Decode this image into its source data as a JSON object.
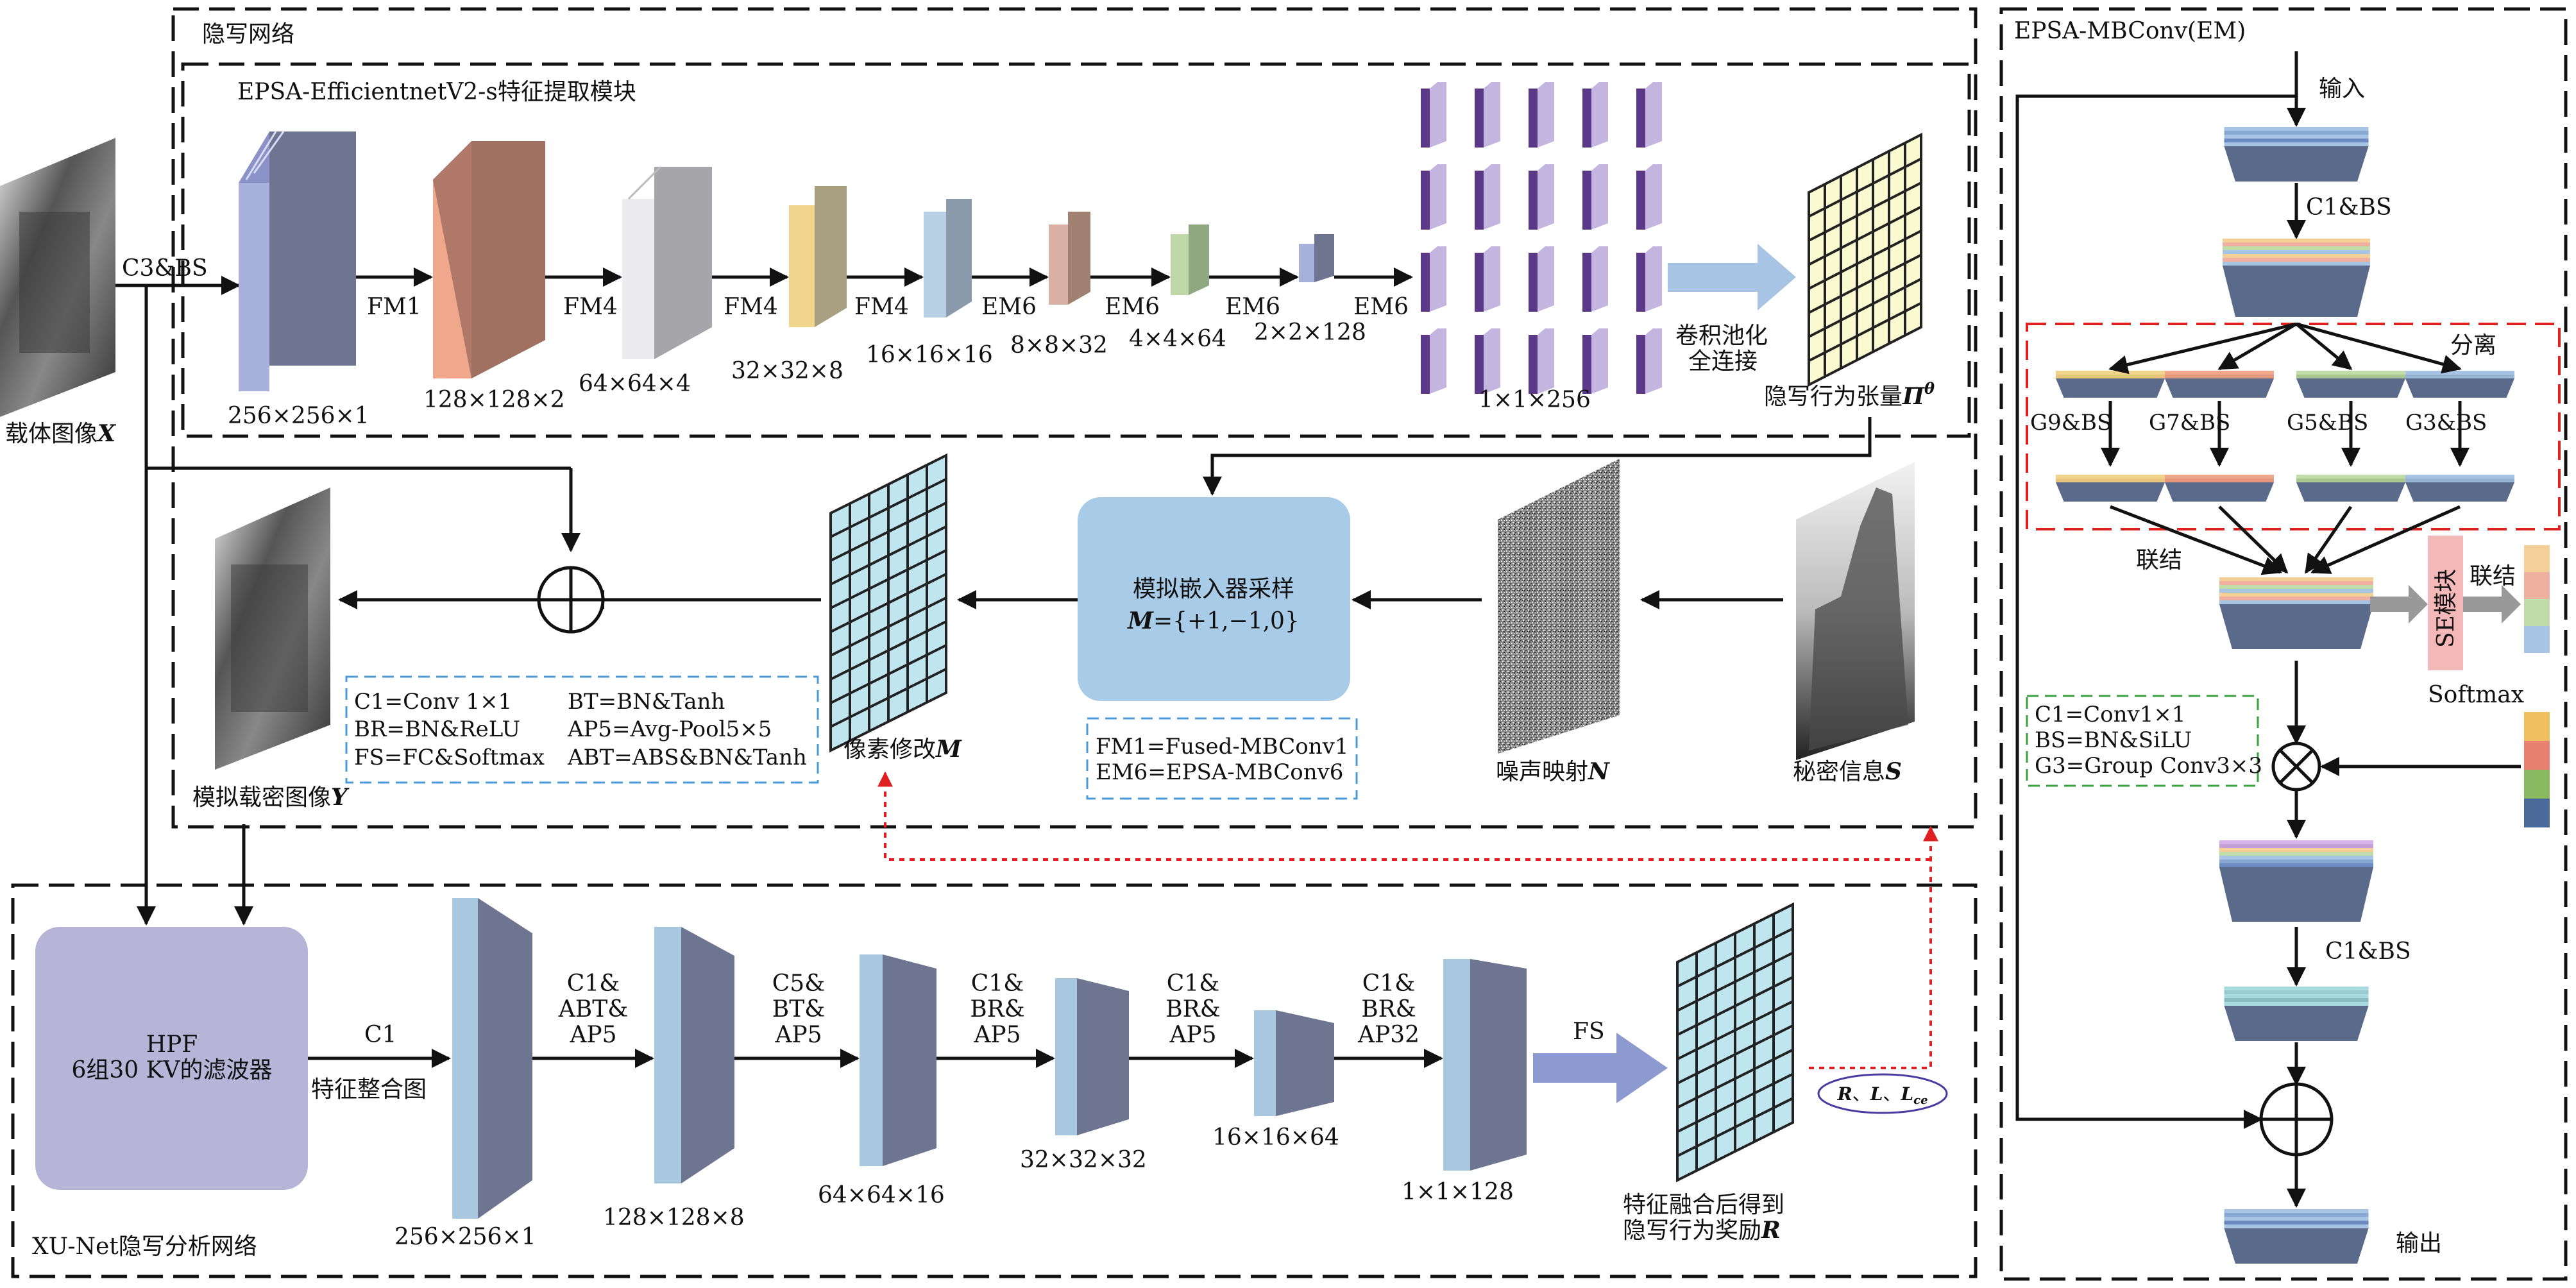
{
  "groups": {
    "steg_network": "隐写网络",
    "extractor": "EPSA-EfficientnetV2-s特征提取模块",
    "xunet": "XU-Net隐写分析网络",
    "em": "EPSA-MBConv(EM)"
  },
  "extractor": {
    "c3bs": "C3&BS",
    "carrier_label": "载体图像",
    "carrier_sym": "X",
    "ops": [
      "FM1",
      "FM4",
      "FM4",
      "FM4",
      "EM6",
      "EM6",
      "EM6",
      "EM6"
    ],
    "dims": [
      "256×256×1",
      "128×128×2",
      "64×64×4",
      "32×32×8",
      "16×16×16",
      "8×8×32",
      "4×4×64",
      "2×2×128"
    ],
    "final_dim": "1×1×256",
    "conv_pool_1": "卷积池化",
    "conv_pool_2": "全连接",
    "tensor_label": "隐写行为张量",
    "tensor_sym": "Π",
    "tensor_sup": "θ"
  },
  "embed": {
    "stego_label": "模拟载密图像",
    "stego_sym": "Y",
    "pixel_label": "像素修改",
    "pixel_sym": "M",
    "sampler_title": "模拟嵌入器采样",
    "sampler_eq_sym": "M",
    "sampler_eq": "={+1,−1,0}",
    "noise_label": "噪声映射",
    "noise_sym": "N",
    "secret_label": "秘密信息",
    "secret_sym": "S",
    "legend1": [
      "C1=Conv 1×1",
      "BR=BN&ReLU",
      "FS=FC&Softmax"
    ],
    "legend2": [
      "BT=BN&Tanh",
      "AP5=Avg-Pool5×5",
      "ABT=ABS&BN&Tanh"
    ],
    "legend3": [
      "FM1=Fused-MBConv1",
      "EM6=EPSA-MBConv6"
    ]
  },
  "xunet": {
    "hpf_1": "HPF",
    "hpf_2": "6组30 KV的滤波器",
    "c1": "C1",
    "feat_map": "特征整合图",
    "ops": [
      [
        "C1&",
        "ABT&",
        "AP5"
      ],
      [
        "C5&",
        "BT&",
        "AP5"
      ],
      [
        "C1&",
        "BR&",
        "AP5"
      ],
      [
        "C1&",
        "BR&",
        "AP5"
      ],
      [
        "C1&",
        "BR&",
        "AP32"
      ]
    ],
    "dims": [
      "256×256×1",
      "128×128×8",
      "64×64×16",
      "32×32×32",
      "16×16×64",
      "1×1×128"
    ],
    "fs": "FS",
    "reward_1": "特征融合后得到",
    "reward_2": "隐写行为奖励",
    "reward_sym": "R",
    "oval_R": "R",
    "oval_L": "L",
    "oval_Lce": "L",
    "oval_sub": "ce",
    "oval_sep": "、"
  },
  "em": {
    "input": "输入",
    "c1bs_top": "C1&BS",
    "split": "分离",
    "groups": [
      "G9&BS",
      "G7&BS",
      "G5&BS",
      "G3&BS"
    ],
    "concat1": "联结",
    "se": "SE模块",
    "concat2": "联结",
    "softmax": "Softmax",
    "legend": [
      "C1=Conv1×1",
      "BS=BN&SiLU",
      "G3=Group Conv3×3"
    ],
    "c1bs_bottom": "C1&BS",
    "output": "输出"
  },
  "colors": {
    "purple_block": "#a8b0dc",
    "salmon_block": "#f0a88c",
    "white_block": "#e2e2e6",
    "yellow_block": "#f0d48c",
    "blue_block": "#a8c8e0",
    "cyan_grid": "#bfe6ee",
    "yellow_grid": "#fafad0",
    "hpf_box": "#b8b4d8",
    "sampler_box": "#a8cce8",
    "red_dash": "#e02020",
    "blue_dash": "#4a9ad8",
    "green_dash": "#3aa040"
  }
}
